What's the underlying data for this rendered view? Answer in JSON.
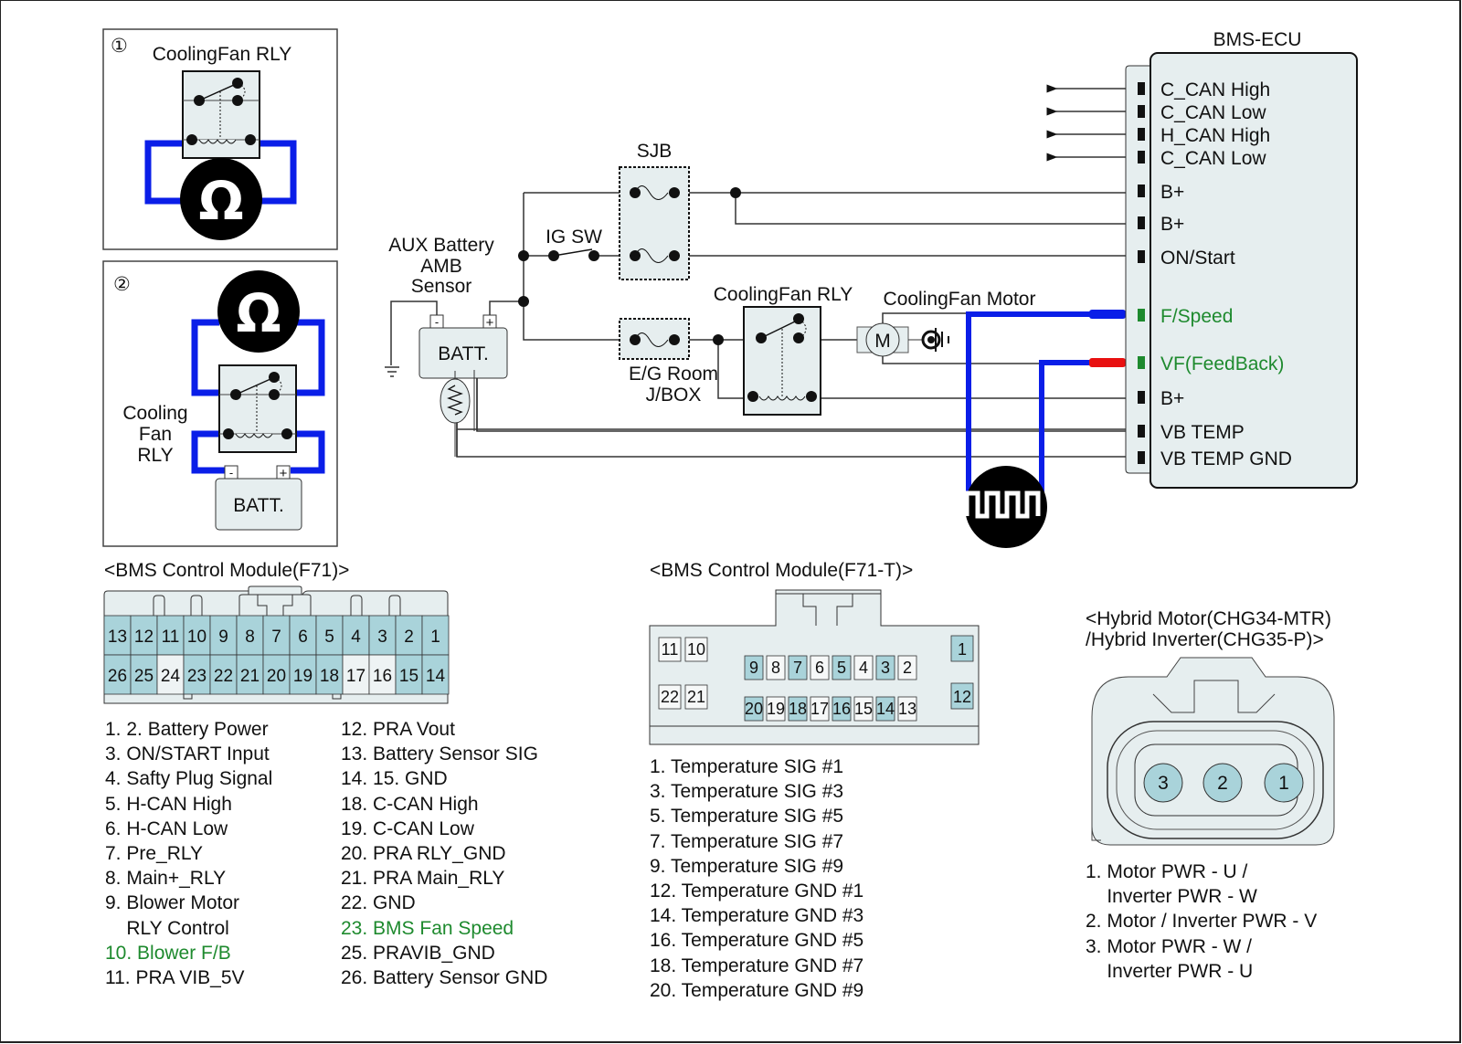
{
  "panel1": {
    "number": "①",
    "title": "CoolingFan RLY",
    "meter_icon": "ohm-meter-icon"
  },
  "panel2": {
    "number": "②",
    "relay_label": [
      "Cooling",
      "Fan",
      "RLY"
    ],
    "battery_label": "BATT.",
    "minus": "-",
    "plus": "+",
    "meter_icon": "ohm-meter-icon"
  },
  "schematic": {
    "ecu_title": "BMS-ECU",
    "ecu_pins": [
      {
        "label": "C_CAN High",
        "color": "#111111"
      },
      {
        "label": "C_CAN Low",
        "color": "#111111"
      },
      {
        "label": "H_CAN High",
        "color": "#111111"
      },
      {
        "label": "C_CAN Low",
        "color": "#111111"
      },
      {
        "label": "B+",
        "color": "#111111"
      },
      {
        "label": "B+",
        "color": "#111111"
      },
      {
        "label": "ON/Start",
        "color": "#111111"
      },
      {
        "label": "F/Speed",
        "color": "#1e8a2e"
      },
      {
        "label": "VF(FeedBack)",
        "color": "#1e8a2e"
      },
      {
        "label": "B+",
        "color": "#111111"
      },
      {
        "label": "VB TEMP",
        "color": "#111111"
      },
      {
        "label": "VB TEMP GND",
        "color": "#111111"
      }
    ],
    "sjb_label": "SJB",
    "ig_sw_label": "IG SW",
    "aux_battery_label": [
      "AUX Battery",
      "AMB",
      "Sensor"
    ],
    "battery_label": "BATT.",
    "minus": "-",
    "plus": "+",
    "eg_room_label": [
      "E/G Room",
      "J/BOX"
    ],
    "relay_label": "CoolingFan RLY",
    "motor_label": "CoolingFan Motor",
    "motor_symbol": "M",
    "probe_colors": {
      "f_speed": "#0a1ee8",
      "feedback": "#e81010"
    },
    "scope_icon": "oscilloscope-square-wave-icon"
  },
  "f71": {
    "title": "<BMS Control Module(F71)>",
    "row1": [
      {
        "n": "13",
        "on": true
      },
      {
        "n": "12",
        "on": true
      },
      {
        "n": "11",
        "on": true
      },
      {
        "n": "10",
        "on": true
      },
      {
        "n": "9",
        "on": true
      },
      {
        "n": "8",
        "on": true
      },
      {
        "n": "7",
        "on": true
      },
      {
        "n": "6",
        "on": true
      },
      {
        "n": "5",
        "on": true
      },
      {
        "n": "4",
        "on": true
      },
      {
        "n": "3",
        "on": true
      },
      {
        "n": "2",
        "on": true
      },
      {
        "n": "1",
        "on": true
      }
    ],
    "row2": [
      {
        "n": "26",
        "on": true
      },
      {
        "n": "25",
        "on": true
      },
      {
        "n": "24",
        "on": false
      },
      {
        "n": "23",
        "on": true
      },
      {
        "n": "22",
        "on": true
      },
      {
        "n": "21",
        "on": true
      },
      {
        "n": "20",
        "on": true
      },
      {
        "n": "19",
        "on": true
      },
      {
        "n": "18",
        "on": true
      },
      {
        "n": "17",
        "on": false
      },
      {
        "n": "16",
        "on": false
      },
      {
        "n": "15",
        "on": true
      },
      {
        "n": "14",
        "on": true
      }
    ],
    "legend_left": [
      {
        "text": "1. 2. Battery Power",
        "hl": false
      },
      {
        "text": "3. ON/START Input",
        "hl": false
      },
      {
        "text": "4. Safty Plug Signal",
        "hl": false
      },
      {
        "text": "5. H-CAN High",
        "hl": false
      },
      {
        "text": "6. H-CAN Low",
        "hl": false
      },
      {
        "text": "7. Pre_RLY",
        "hl": false
      },
      {
        "text": "8. Main+_RLY",
        "hl": false
      },
      {
        "text": "9. Blower Motor",
        "hl": false
      },
      {
        "text": "    RLY Control",
        "hl": false
      },
      {
        "text": "10. Blower F/B",
        "hl": true
      },
      {
        "text": "11. PRA VIB_5V",
        "hl": false
      }
    ],
    "legend_right": [
      {
        "text": "12. PRA Vout",
        "hl": false
      },
      {
        "text": "13. Battery Sensor SIG",
        "hl": false
      },
      {
        "text": "14. 15. GND",
        "hl": false
      },
      {
        "text": "18. C-CAN High",
        "hl": false
      },
      {
        "text": "19. C-CAN Low",
        "hl": false
      },
      {
        "text": "20. PRA RLY_GND",
        "hl": false
      },
      {
        "text": "21. PRA Main_RLY",
        "hl": false
      },
      {
        "text": "22. GND",
        "hl": false
      },
      {
        "text": "23. BMS Fan Speed",
        "hl": true
      },
      {
        "text": "25. PRAVIB_GND",
        "hl": false
      },
      {
        "text": "26. Battery Sensor GND",
        "hl": false
      }
    ]
  },
  "f71t": {
    "title": "<BMS Control Module(F71-T)>",
    "left_top": [
      {
        "n": "11",
        "on": false
      },
      {
        "n": "10",
        "on": false
      }
    ],
    "left_bottom": [
      {
        "n": "22",
        "on": false
      },
      {
        "n": "21",
        "on": false
      }
    ],
    "mid_top": [
      {
        "n": "9",
        "on": true
      },
      {
        "n": "8",
        "on": false
      },
      {
        "n": "7",
        "on": true
      },
      {
        "n": "6",
        "on": false
      },
      {
        "n": "5",
        "on": true
      },
      {
        "n": "4",
        "on": false
      },
      {
        "n": "3",
        "on": true
      },
      {
        "n": "2",
        "on": false
      }
    ],
    "mid_bottom": [
      {
        "n": "20",
        "on": true
      },
      {
        "n": "19",
        "on": false
      },
      {
        "n": "18",
        "on": true
      },
      {
        "n": "17",
        "on": false
      },
      {
        "n": "16",
        "on": true
      },
      {
        "n": "15",
        "on": false
      },
      {
        "n": "14",
        "on": true
      },
      {
        "n": "13",
        "on": false
      }
    ],
    "right_top": {
      "n": "1",
      "on": true
    },
    "right_bottom": {
      "n": "12",
      "on": true
    },
    "legend": [
      "1. Temperature SIG #1",
      "3. Temperature SIG #3",
      "5. Temperature SIG #5",
      "7. Temperature SIG #7",
      "9. Temperature SIG #9",
      "12. Temperature GND #1",
      "14. Temperature GND #3",
      "16. Temperature GND #5",
      "18. Temperature GND #7",
      "20. Temperature GND #9"
    ]
  },
  "hybrid": {
    "title": [
      "<Hybrid Motor(CHG34-MTR)",
      " /Hybrid Inverter(CHG35-P)>"
    ],
    "pins": [
      "3",
      "2",
      "1"
    ],
    "legend": [
      "1. Motor PWR - U /",
      "    Inverter PWR - W",
      "2. Motor / Inverter PWR - V",
      "3. Motor PWR - W /",
      "    Inverter PWR - U"
    ]
  },
  "colors": {
    "pin_fill": "#a9d3da",
    "pin_off": "#eef3f4",
    "body_fill": "#e6eeef",
    "wire_blue": "#0a1ee8",
    "label_green": "#1e8a2e"
  }
}
